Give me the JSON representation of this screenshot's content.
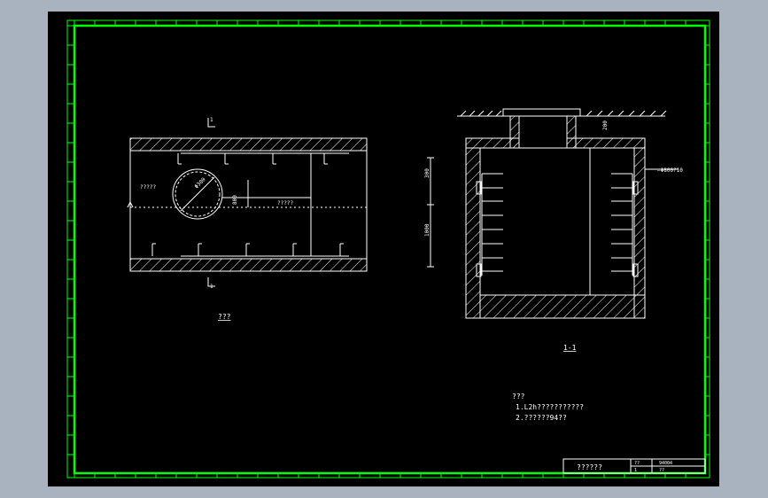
{
  "plan_view": {
    "section_mark_top": "1",
    "section_mark_bottom": "1",
    "pipe_label": "?????",
    "pipe_dim": "800",
    "pipe_size": "Φ300",
    "right_label": "?????",
    "caption": "???"
  },
  "section_view": {
    "dim_top_right": "200",
    "dim_upper_left": "300",
    "dim_lower_left": "1000",
    "callout": "—Φ800?10",
    "caption": "1-1"
  },
  "notes": {
    "heading": "???",
    "line1": "1.L2h???????????",
    "line2": "2.??????94??"
  },
  "title_block": {
    "name": "??????",
    "cell1": "??",
    "cell2": "94004",
    "cell3": "1",
    "cell4": "??"
  },
  "colors": {
    "frame": "#00ff00",
    "linework": "#ffffff",
    "background": "#000000",
    "viewport": "#a9b3bf"
  }
}
